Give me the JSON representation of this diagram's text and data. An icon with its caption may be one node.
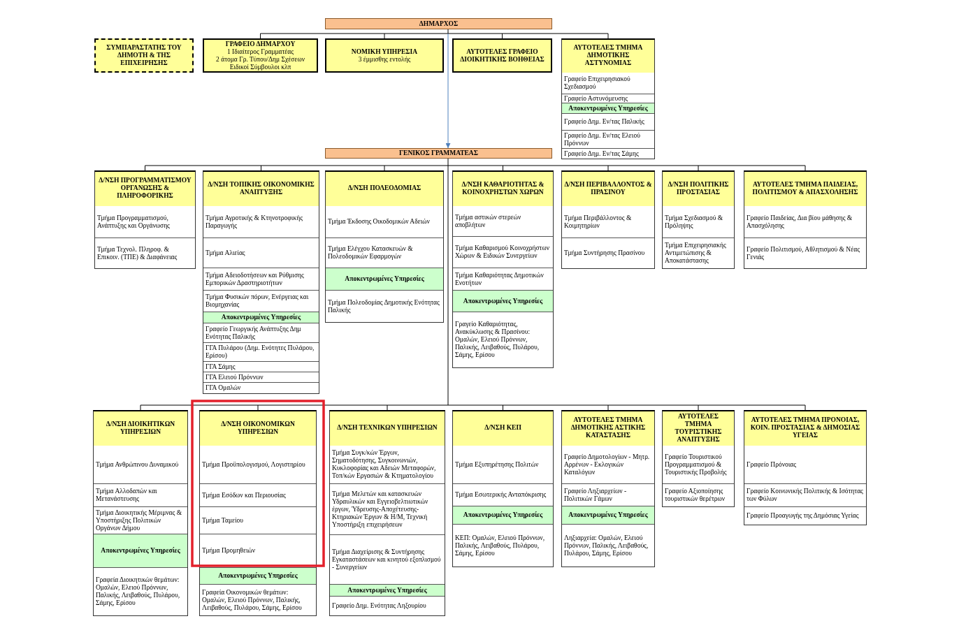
{
  "diagram": {
    "nodes": [
      {
        "text": [
          "ΔΗΜΑΡΧΟΣ"
        ]
      },
      {
        "text": [
          "ΣΥΜΠΑΡΑΣΤΑΤΗΣ ΤΟΥ ΔΗΜΟΤΗ & ΤΗΣ ΕΠΙΧΕΙΡΗΣΗΣ"
        ]
      },
      {
        "text": [
          "ΓΡΑΦΕΙΟ ΔΗΜΑΡΧΟΥ",
          "1 Ιδιαίτερος Γραμματέας",
          "2 άτομα Γρ. Τύπου/Δημ Σχέσεων",
          "Ειδικοί Σύμβουλοι κλπ"
        ]
      },
      {
        "text": [
          "ΝΟΜΙΚΗ ΥΠΗΡΕΣΙΑ",
          "3 έμμισθης εντολής"
        ]
      },
      {
        "text": [
          "ΑΥΤΟΤΕΛΕΣ ΓΡΑΦΕΙΟ ΔΙΟΙΚΗΤΙΚΗΣ ΒΟΗΘΕΙΑΣ"
        ]
      },
      {
        "text": [
          "ΑΥΤΟΤΕΛΕΣ ΤΜΗΜΑ ΔΗΜΟΤΙΚΗΣ ΑΣΤΥΝΟΜΙΑΣ"
        ]
      },
      {
        "text": [
          "Γραφείο Επιχειρησιακού Σχεδιασμού"
        ],
        "in": 5
      },
      {
        "text": [
          "Γραφείο Αστυνόμευσης"
        ],
        "in": 5
      },
      {
        "text": [
          "Αποκεντρωμένες Υπηρεσίες"
        ],
        "in": 5
      },
      {
        "text": [
          "Γραφείο Δημ. Εν/τας Παλικής"
        ],
        "in": 5
      },
      {
        "text": [
          "Γραφείο Δημ. Εν/τας Ελειού Πρόννων"
        ],
        "in": 5
      },
      {
        "text": [
          "Γραφείο Δημ. Εν/τας Σάμης"
        ],
        "in": 5
      },
      {
        "text": [
          "ΓΕΝΙΚΟΣ ΓΡΑΜΜΑΤΕΑΣ"
        ]
      },
      {
        "text": [
          "Δ/ΝΣΗ ΠΡΟΓΡΑΜΜΑΤΙΣΜΟΥ ΟΡΓΑΝΩΣΗΣ & ΠΛΗΡΟΦΟΡΙΚΗΣ"
        ]
      },
      {
        "text": [
          "Τμήμα Προγραμματισμού, Ανάπτυξης και Οργάνωσης"
        ],
        "in": 13
      },
      {
        "text": [
          "Τμήμα Τεχνολ. Πληροφ. & Επικοιν. (ΤΠΕ) & Διαφάνειας"
        ],
        "in": 13
      },
      {
        "text": [
          "Δ/ΝΣΗ ΤΟΠΙΚΗΣ ΟΙΚΟΝΟΜΙΚΗΣ ΑΝΑΠΤΥΞΗΣ"
        ]
      },
      {
        "text": [
          "Τμήμα Αγροτικής & Κτηνοτροφικής Παραγωγής"
        ],
        "in": 16
      },
      {
        "text": [
          "Τμήμα Αλιείας"
        ],
        "in": 16
      },
      {
        "text": [
          "Τμήμα Αδειοδοτήσεων και Ρύθμισης Εμπορικών Δραστηριοτήτων"
        ],
        "in": 16
      },
      {
        "text": [
          "Τμήμα Φυσικών πόρων, Ενέργειας και Βιομηχανίας"
        ],
        "in": 16
      },
      {
        "text": [
          "Αποκεντρωμένες Υπηρεσίες"
        ],
        "in": 16
      },
      {
        "text": [
          "Γραφείο Γεωργικής Ανάπτυξης Δημ Ενότητας Παλικής"
        ],
        "in": 16
      },
      {
        "text": [
          "ΓΓΑ Πυλάρου (Δημ. Ενότητες Πυλάρου, Ερίσου)"
        ],
        "in": 16
      },
      {
        "text": [
          "ΓΓΑ Σάμης"
        ],
        "in": 16
      },
      {
        "text": [
          "ΓΓΑ Ελειού Πρόννων"
        ],
        "in": 16
      },
      {
        "text": [
          "ΓΓΑ Ομαλών"
        ],
        "in": 16
      },
      {
        "text": [
          "Δ/ΝΣΗ ΠΟΛΕΟΔΟΜΙΑΣ"
        ]
      },
      {
        "text": [
          "Τμήμα Έκδοσης Οικοδομικών Αδειών"
        ],
        "in": 27
      },
      {
        "text": [
          "Τμήμα Ελέγχου Κατασκευών & Πολεοδομικών Εφαρμογών"
        ],
        "in": 27
      },
      {
        "text": [
          "Αποκεντρωμένες Υπηρεσίες"
        ],
        "in": 27
      },
      {
        "text": [
          "Τμήμα Πολεοδομίας Δημοτικής Ενότητας Παλικής"
        ],
        "in": 27
      },
      {
        "text": [
          "Δ/ΝΣΗ ΚΑΘΑΡΙΟΤΗΤΑΣ & ΚΟΙΝΟΧΡΗΣΤΩΝ ΧΩΡΩΝ"
        ]
      },
      {
        "text": [
          "Τμήμα αστικών στερεών αποβλήτων"
        ],
        "in": 32
      },
      {
        "text": [
          "Τμήμα Καθαρισμού Κοινοχρήστων Χώρων & Ειδικών Συνεργείων"
        ],
        "in": 32
      },
      {
        "text": [
          "Τμήμα Καθαριότητας Δημοτικών Ενοτήτων"
        ],
        "in": 32
      },
      {
        "text": [
          "Αποκεντρωμένες Υπηρεσίες"
        ],
        "in": 32
      },
      {
        "text": [
          "Γραγείο Καθαριότητας, Ανακύκλωσης & Πρασίνου: Ομαλών, Ελειού Πρόννων, Παλικής, Λειβαθούς, Πυλάρου, Σάμης, Ερίσου"
        ],
        "in": 32
      },
      {
        "text": [
          "Δ/ΝΣΗ ΠΕΡΙΒΑΛΛΟΝΤΟΣ & ΠΡΑΣΙΝΟΥ"
        ]
      },
      {
        "text": [
          "Τμήμα Περιβάλλοντος & Κοιμητηρίων"
        ],
        "in": 38
      },
      {
        "text": [
          "Τμήμα Συντήρησης Πρασίνου"
        ],
        "in": 38
      },
      {
        "text": [
          "Δ/ΝΣΗ ΠΟΛΙΤΙΚΗΣ ΠΡΟΣΤΑΣΙΑΣ"
        ]
      },
      {
        "text": [
          "Τμήμα Σχεδιασμού & Πρόληψης"
        ],
        "in": 41
      },
      {
        "text": [
          "Τμήμα Επιχειρησιακής Αντιμετώπισης & Αποκατάστασης"
        ],
        "in": 41
      },
      {
        "text": [
          "ΑΥΤΟΤΕΛΕΣ ΤΜΗΜΑ ΠΑΙΔΕΙΑΣ, ΠΟΛΙΤΙΣΜΟΥ & ΑΠΑΣΧΟΛΗΣΗΣ"
        ]
      },
      {
        "text": [
          "Γραφείο Παιδείας, Δια βίου μάθησης & Απασχόλησης"
        ],
        "in": 44
      },
      {
        "text": [
          "Γραφείο Πολιτισμού, Αθλητισμού & Νέας Γενιάς"
        ],
        "in": 44
      },
      {
        "text": [
          "Δ/ΝΣΗ ΔΙΟΙΚΗΤΙΚΩΝ ΥΠΗΡΕΣΙΩΝ"
        ]
      },
      {
        "text": [
          "Τμήμα Ανθρώπινου Δυναμικού"
        ],
        "in": 47
      },
      {
        "text": [
          "Τμήμα Αλλοδαπών και Μετανάστευσης"
        ],
        "in": 47
      },
      {
        "text": [
          "Τμήμα Διοικητικής Μέριμνας & Υποστήριξης Πολιτικών Οργάνων Δήμου"
        ],
        "in": 47
      },
      {
        "text": [
          "Αποκεντρωμένες Υπηρεσίες"
        ],
        "in": 47
      },
      {
        "text": [
          "Γραφεία Διοικητικών θεμάτων: Ομαλών, Ελειού Πρόννων, Παλικής, Λειβαθούς, Πυλάρου, Σάμης, Ερίσου"
        ],
        "in": 47
      },
      {
        "text": [
          "Δ/ΝΣΗ ΟΙΚΟΝΟΜΙΚΩΝ ΥΠΗΡΕΣΙΩΝ"
        ]
      },
      {
        "text": [
          "Τμήμα Προϋπολογισμού, Λογιστηρίου"
        ],
        "in": 53
      },
      {
        "text": [
          "Τμήμα Εσόδων και Περιουσίας"
        ],
        "in": 53
      },
      {
        "text": [
          "Τμήμα Ταμείου"
        ],
        "in": 53
      },
      {
        "text": [
          "Τμήμα Προμηθειών"
        ],
        "in": 53
      },
      {
        "text": [
          "Αποκεντρωμένες Υπηρεσίες"
        ],
        "in": 53
      },
      {
        "text": [
          "Γραφεία Οικονομικών θεμάτων: Ομαλών, Ελειού Πρόννων, Παλικής, Λειβαθούς, Πυλάρου, Σάμης, Ερίσου"
        ],
        "in": 53
      },
      {
        "text": [
          "Δ/ΝΣΗ ΤΕΧΝΙΚΩΝ ΥΠΗΡΕΣΙΩΝ"
        ]
      },
      {
        "text": [
          "Τμήμα Συγκ/κών Έργων, Σηματοδότησης, Συγκοινωνιών, Κυκλοφορίας και Αδειών Μεταφορών, Τοπ/κών Εργασιών & Κτηματολογίου"
        ],
        "in": 60
      },
      {
        "text": [
          "Τμήμα Μελετών και κατασκευών Υδραυλικών και Εγγειοβελτιωτικών έργων, Ύδρευσης-Αποχέτευσης-Κτηριακών Έργων & Η/Μ, Τεχνική Υποστήριξη επιχειρήσεων"
        ],
        "in": 60
      },
      {
        "text": [
          "Τμήμα Διαχείρισης & Συντήρησης Εγκαταστάσεων και κινητού εξοπλισμού - Συνεργείων"
        ],
        "in": 60
      },
      {
        "text": [
          "Αποκεντρωμένες Υπηρεσίες"
        ],
        "in": 60
      },
      {
        "text": [
          "Γραφείο Δημ. Ενότητας Ληξουρίου"
        ],
        "in": 60
      },
      {
        "text": [
          "Δ/ΝΣΗ ΚΕΠ"
        ]
      },
      {
        "text": [
          "Τμήμα Εξυπηρέτησης Πολιτών"
        ],
        "in": 66
      },
      {
        "text": [
          "Τμήμα Εσωτερικής Ανταπόκρισης"
        ],
        "in": 66
      },
      {
        "text": [
          "Αποκεντρωμένες Υπηρεσίες"
        ],
        "in": 66
      },
      {
        "text": [
          "ΚΕΠ: Ομαλών, Ελειού Πρόννων, Παλικής, Λειβαθούς, Πυλάρου, Σάμης, Ερίσου"
        ],
        "in": 66
      },
      {
        "text": [
          "ΑΥΤΟΤΕΛΕΣ ΤΜΗΜΑ ΔΗΜΟΤΙΚΗΣ ΑΣΤΙΚΗΣ ΚΑΤΑΣΤΑΣΗΣ"
        ]
      },
      {
        "text": [
          "Γραφείο Δημοτολογίων - Μητρ. Αρρένων - Εκλογικών Καταλόγων"
        ],
        "in": 71
      },
      {
        "text": [
          "Γραφείο Ληξιαρχείων - Πολιτικών Γάμων"
        ],
        "in": 71
      },
      {
        "text": [
          "Αποκεντρωμένες Υπηρεσίες"
        ],
        "in": 71
      },
      {
        "text": [
          "Ληξιαρχεία: Ομαλών, Ελειού Πρόννων, Παλικής, Λειβαθούς, Πυλάρου, Σάμης, Ερίσου"
        ],
        "in": 71
      },
      {
        "text": [
          "ΑΥΤΟΤΕΛΕΣ ΤΜΗΜΑ ΤΟΥΡΙΣΤΙΚΗΣ ΑΝΑΠΤΥΞΗΣ"
        ]
      },
      {
        "text": [
          "Γραφείο Τουριστικού Προγραμματισμού & Τουριστικής Προβολής"
        ],
        "in": 76
      },
      {
        "text": [
          "Γραφείο Αξιοποίησης τουριστικών θερέτρων"
        ],
        "in": 76
      },
      {
        "text": [
          "ΑΥΤΟΤΕΛΕΣ ΤΜΗΜΑ ΠΡΟΝΟΙΑΣ, ΚΟΙΝ. ΠΡΟΣΤΑΣΙΑΣ & ΔΗΜΟΣΙΑΣ ΥΓΕΙΑΣ"
        ]
      },
      {
        "text": [
          "Γραφείο Πρόνοιας"
        ],
        "in": 79
      },
      {
        "text": [
          "Γραφείο Κοινωνικής Πολιτικής & Ισότητας των Φύλων"
        ],
        "in": 79
      },
      {
        "text": [
          "Γραφείο Προαγωγής της Δημόσιας Υγείας"
        ],
        "in": 79
      }
    ],
    "edges": [
      {
        "from": 0,
        "to": 2,
        "arrow": "none"
      },
      {
        "from": 0,
        "to": 3,
        "arrow": "none"
      },
      {
        "from": 0,
        "to": 4,
        "arrow": "none"
      },
      {
        "from": 0,
        "to": 5,
        "arrow": "none"
      },
      {
        "from": 0,
        "to": 12,
        "arrow": "to",
        "color": "#4f81bd"
      },
      {
        "from": 12,
        "to": 13,
        "arrow": "none"
      },
      {
        "from": 12,
        "to": 16,
        "arrow": "none"
      },
      {
        "from": 12,
        "to": 27,
        "arrow": "none"
      },
      {
        "from": 12,
        "to": 32,
        "arrow": "none"
      },
      {
        "from": 12,
        "to": 38,
        "arrow": "none"
      },
      {
        "from": 12,
        "to": 41,
        "arrow": "none"
      },
      {
        "from": 12,
        "to": 44,
        "arrow": "none"
      },
      {
        "from": 12,
        "to": 47,
        "arrow": "none"
      },
      {
        "from": 12,
        "to": 53,
        "arrow": "none"
      },
      {
        "from": 12,
        "to": 60,
        "arrow": "none"
      },
      {
        "from": 12,
        "to": 66,
        "arrow": "none"
      },
      {
        "from": 12,
        "to": 71,
        "arrow": "none"
      },
      {
        "from": 12,
        "to": 76,
        "arrow": "none"
      },
      {
        "from": 12,
        "to": 79,
        "arrow": "none"
      }
    ]
  }
}
